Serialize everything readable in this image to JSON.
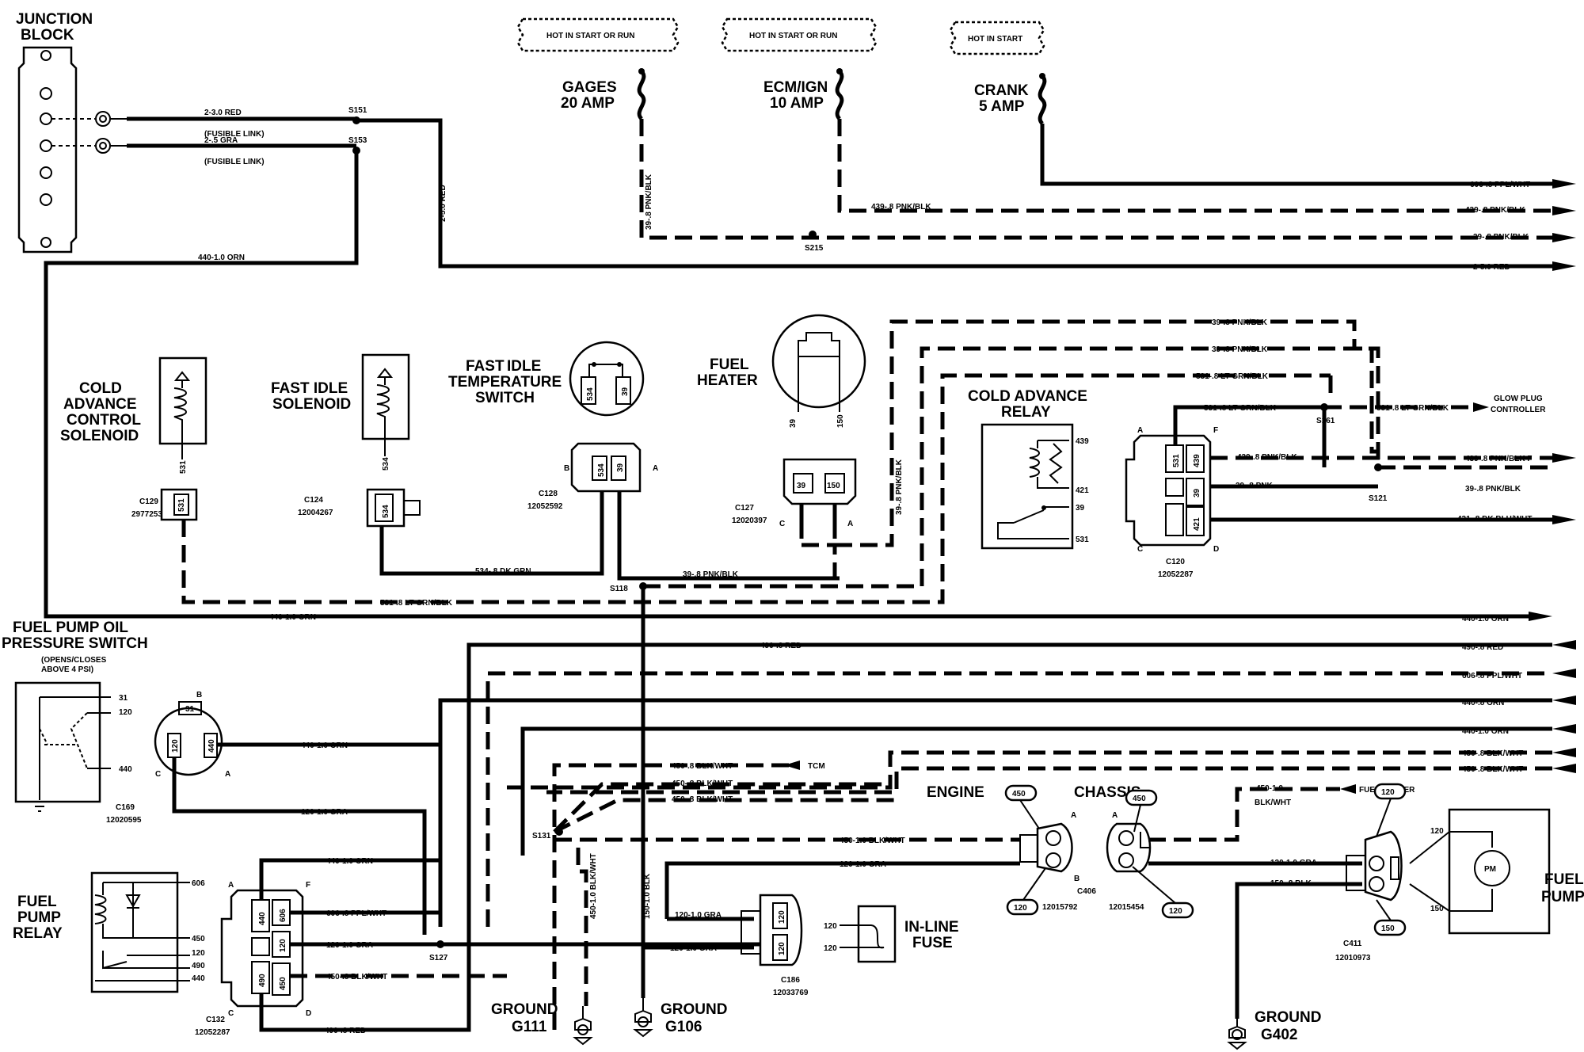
{
  "labels": {
    "junction1": "JUNCTION",
    "junction2": "BLOCK",
    "fuse_hot_run_1": "HOT IN START OR RUN",
    "fuse_hot_run_2": "HOT IN START OR RUN",
    "fuse_hot_start": "HOT IN START",
    "gages1": "GAGES",
    "gages2": "20 AMP",
    "ecm1": "ECM/IGN",
    "ecm2": "10 AMP",
    "crank1": "CRANK",
    "crank2": "5 AMP",
    "cold_adv1": "COLD",
    "cold_adv2": "ADVANCE",
    "cold_adv3": "CONTROL",
    "cold_adv4": "SOLENOID",
    "fast_idle1": "FAST IDLE",
    "fast_idle2": "SOLENOID",
    "fits1": "FAST",
    "fits2": "IDLE",
    "fits3": "TEMPERATURE",
    "fits4": "SWITCH",
    "fuel_heater1": "FUEL",
    "fuel_heater2": "HEATER",
    "cold_relay1": "COLD ADVANCE",
    "cold_relay2": "RELAY",
    "glow1": "GLOW PLUG",
    "glow2": "CONTROLLER",
    "fpops1": "FUEL PUMP OIL",
    "fpops2": "PRESSURE SWITCH",
    "fpops3": "(OPENS/CLOSES",
    "fpops4": "ABOVE 4 PSI)",
    "fpr1": "FUEL",
    "fpr2": "PUMP",
    "fpr3": "RELAY",
    "engine": "ENGINE",
    "chassis": "CHASSIS",
    "inline1": "IN-LINE",
    "inline2": "FUSE",
    "fuel_pump1": "FUEL",
    "fuel_pump2": "PUMP",
    "fuel_sender": "FUEL SENDER",
    "tcm": "TCM",
    "g111a": "GROUND",
    "g111b": "G111",
    "g106a": "GROUND",
    "g106b": "G106",
    "g402a": "GROUND",
    "g402b": "G402",
    "pm": "PM"
  },
  "connectors": {
    "c129": "C129",
    "c129p": "2977253",
    "c124": "C124",
    "c124p": "12004267",
    "c128": "C128",
    "c128p": "12052592",
    "c127": "C127",
    "c127p": "12020397",
    "c120": "C120",
    "c120p": "12052287",
    "c169": "C169",
    "c169p": "12020595",
    "c132": "C132",
    "c132p": "12052287",
    "c186": "C186",
    "c186p": "12033769",
    "c406": "C406",
    "c406a": "12015792",
    "c406b": "12015454",
    "c411": "C411",
    "c411p": "12010973"
  },
  "splices": {
    "s151": "S151",
    "s153": "S153",
    "s215": "S215",
    "s161": "S161",
    "s121": "S121",
    "s118": "S118",
    "s131": "S131",
    "s127": "S127"
  },
  "wires": {
    "w_red_fl": "2-3.0 RED",
    "w_fl1": "(FUSIBLE LINK)",
    "w_gra_fl": "2-.5 GRA",
    "w_fl2": "(FUSIBLE LINK)",
    "w_2_5red_v": "2-5.0 RED",
    "w_440_top": "440-1.0 ORN",
    "w_39_v": "39-.8 PNK/BLK",
    "r_606": "606-.8 PPL/WHT",
    "r_439": "439-.8 PNK/BLK",
    "r_39": "39-.8 PNK/BLK",
    "r_2red": "2-5.0 RED",
    "w_439_h": "439-.8 PNK/BLK",
    "w_39_top1": "39-.8 PNK/BLK",
    "w_39_top2": "39-.8 PNK/BLK",
    "w_531_top": "531-.8 LT GRN/BLK",
    "w_531_relay": "531-.8 LT GRN/BLK",
    "w_531_glow": "531-.8 LT GRN/BLK",
    "w_439_c120": "439-.8 PNK/BLK",
    "r_439b": "439-.8 PNK/BLK F",
    "w_39_pnk": "39-.8 PNK",
    "r_39b": "39-.8 PNK/BLK",
    "r_421": "421-.8 DK BLU/WHT",
    "w_39_v2": "39-.8 PNK/BLK",
    "w_531": "531",
    "w_534": "534",
    "w_534_h": "534-.8 DK GRN",
    "w_39_h2": "39-.8 PNK/BLK",
    "w_531_h": "531-.8 LT GRN/BLK",
    "w_440_mid": "440-1.0 ORN",
    "r_440a": "440-1.0 ORN",
    "r_490": "490-.8 RED",
    "r_606b": "606-.8 PPL/WHT",
    "r_440b": "440-.8 ORN",
    "r_440c": "440-1.0 ORN",
    "r_450a": "450-.8 BLK/WHT",
    "r_450b": "450-.8 BLK/WHT",
    "w_490_h": "490-.8 RED",
    "w_440_c169": "440-1.0 ORN",
    "w_120_gra": "120-1.0 GRA",
    "w_440_c132": "440-1.0 ORN",
    "w_606_c132": "606-.8 PPL/WHT",
    "w_120_c132": "120-1.0 GRA",
    "w_450_c132": "450-.8 BLK/WHT",
    "w_490_bot": "490-.8 RED",
    "w_450_tcm": "450-.8 BLK/WHT",
    "w_450_2": "450-.8 BLK/WHT",
    "w_450_3": "450-.8 BLK/WHT",
    "w_450_eng": "450-1.0 BLK/WHT",
    "w_120_eng": "120-1.0 GRA",
    "w_450_g111": "450-1.0 BLK/WHT",
    "w_150_v": "150-1.0 BLK",
    "w_120_c186": "120-1.0 GRA",
    "w_120_c186b": "120-1.0 GRA",
    "w_450_fs": "450-1.0",
    "w_450_fs2": "BLK/WHT",
    "w_120_c411": "120-1.0 GRA",
    "w_150_c411": "150-.8 BLK"
  },
  "pins": {
    "p531": "531",
    "p534": "534",
    "p534b": "534",
    "p39": "39",
    "p39b": "39",
    "p150": "150",
    "p439": "439",
    "p421": "421",
    "p39r": "39",
    "p531r": "531",
    "c120_531": "531",
    "c120_439": "439",
    "c120_39": "39",
    "c120_421": "421",
    "c169_31": "31",
    "c169_120": "120",
    "c169_440": "440",
    "fpops_31": "31",
    "fpops_120": "120",
    "fpops_440": "440",
    "fpr_606": "606",
    "fpr_450": "450",
    "fpr_120": "120",
    "fpr_490": "490",
    "fpr_440": "440",
    "c132_440": "440",
    "c132_606": "606",
    "c132_120": "120",
    "c132_490": "490",
    "c132_450": "450",
    "c186_120a": "120",
    "c186_120b": "120",
    "if_120a": "120",
    "if_120b": "120",
    "eng_450": "450",
    "eng_120": "120",
    "ch_450": "450",
    "ch_120": "120",
    "c411_120": "120",
    "c411_150": "150",
    "fp_120": "120",
    "fp_150": "150",
    "A": "A",
    "B": "B",
    "C": "C",
    "D": "D",
    "F": "F"
  }
}
